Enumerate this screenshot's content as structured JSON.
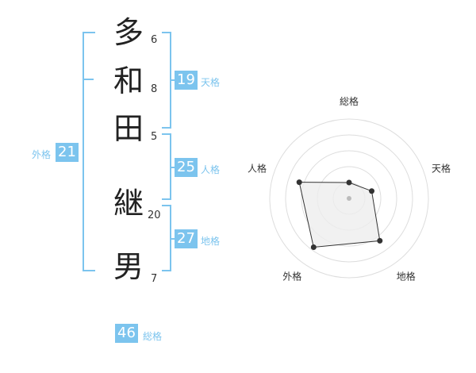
{
  "name": {
    "chars": [
      {
        "char": "多",
        "strokes": "6"
      },
      {
        "char": "和",
        "strokes": "8"
      },
      {
        "char": "田",
        "strokes": "5"
      },
      {
        "char": "継",
        "strokes": "20"
      },
      {
        "char": "男",
        "strokes": "7"
      }
    ]
  },
  "kaku": {
    "tenkaku": {
      "value": "19",
      "label": "天格"
    },
    "jinkaku": {
      "value": "25",
      "label": "人格"
    },
    "chikaku": {
      "value": "27",
      "label": "地格"
    },
    "gaikaku": {
      "value": "21",
      "label": "外格"
    },
    "soukaku": {
      "value": "46",
      "label": "総格"
    }
  },
  "colors": {
    "accent": "#7cc4ee",
    "radar_fill": "#eeeeee",
    "radar_line": "#333333"
  },
  "chart_data": {
    "type": "radar",
    "axes": [
      "総格",
      "天格",
      "地格",
      "外格",
      "人格"
    ],
    "values": [
      1,
      1.5,
      3.3,
      3.8,
      3.3
    ],
    "max": 5,
    "rings": 5
  }
}
